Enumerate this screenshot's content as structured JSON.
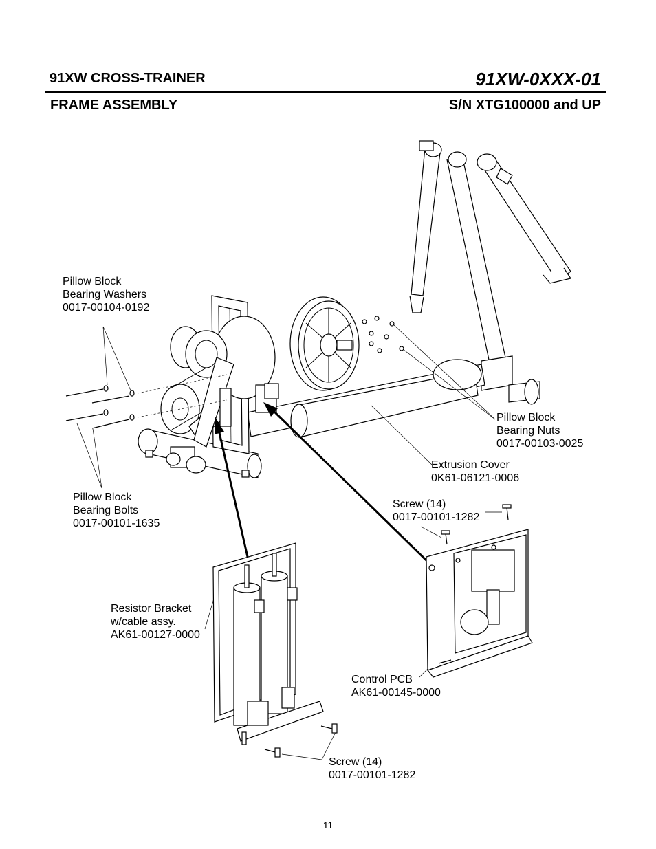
{
  "header": {
    "model": "91XW CROSS-TRAINER",
    "code": "91XW-0XXX-01",
    "section": "FRAME ASSEMBLY",
    "serial": "S/N XTG100000 and UP"
  },
  "callouts": [
    {
      "id": "pillow-block-bearing-washers",
      "lines": [
        "Pillow Block",
        "Bearing Washers",
        "0017-00104-0192"
      ]
    },
    {
      "id": "pillow-block-bearing-bolts",
      "lines": [
        "Pillow Block",
        "Bearing Bolts",
        "0017-00101-1635"
      ]
    },
    {
      "id": "pillow-block-bearing-nuts",
      "lines": [
        "Pillow Block",
        "Bearing Nuts",
        "0017-00103-0025"
      ]
    },
    {
      "id": "extrusion-cover",
      "lines": [
        "Extrusion Cover",
        "0K61-06121-0006"
      ]
    },
    {
      "id": "screw-upper",
      "lines": [
        "Screw (14)",
        "0017-00101-1282"
      ]
    },
    {
      "id": "resistor-bracket",
      "lines": [
        "Resistor Bracket",
        "w/cable assy.",
        "AK61-00127-0000"
      ]
    },
    {
      "id": "control-pcb",
      "lines": [
        "Control PCB",
        "AK61-00145-0000"
      ]
    },
    {
      "id": "screw-lower",
      "lines": [
        "Screw (14)",
        "0017-00101-1282"
      ]
    }
  ],
  "page_number": "11"
}
